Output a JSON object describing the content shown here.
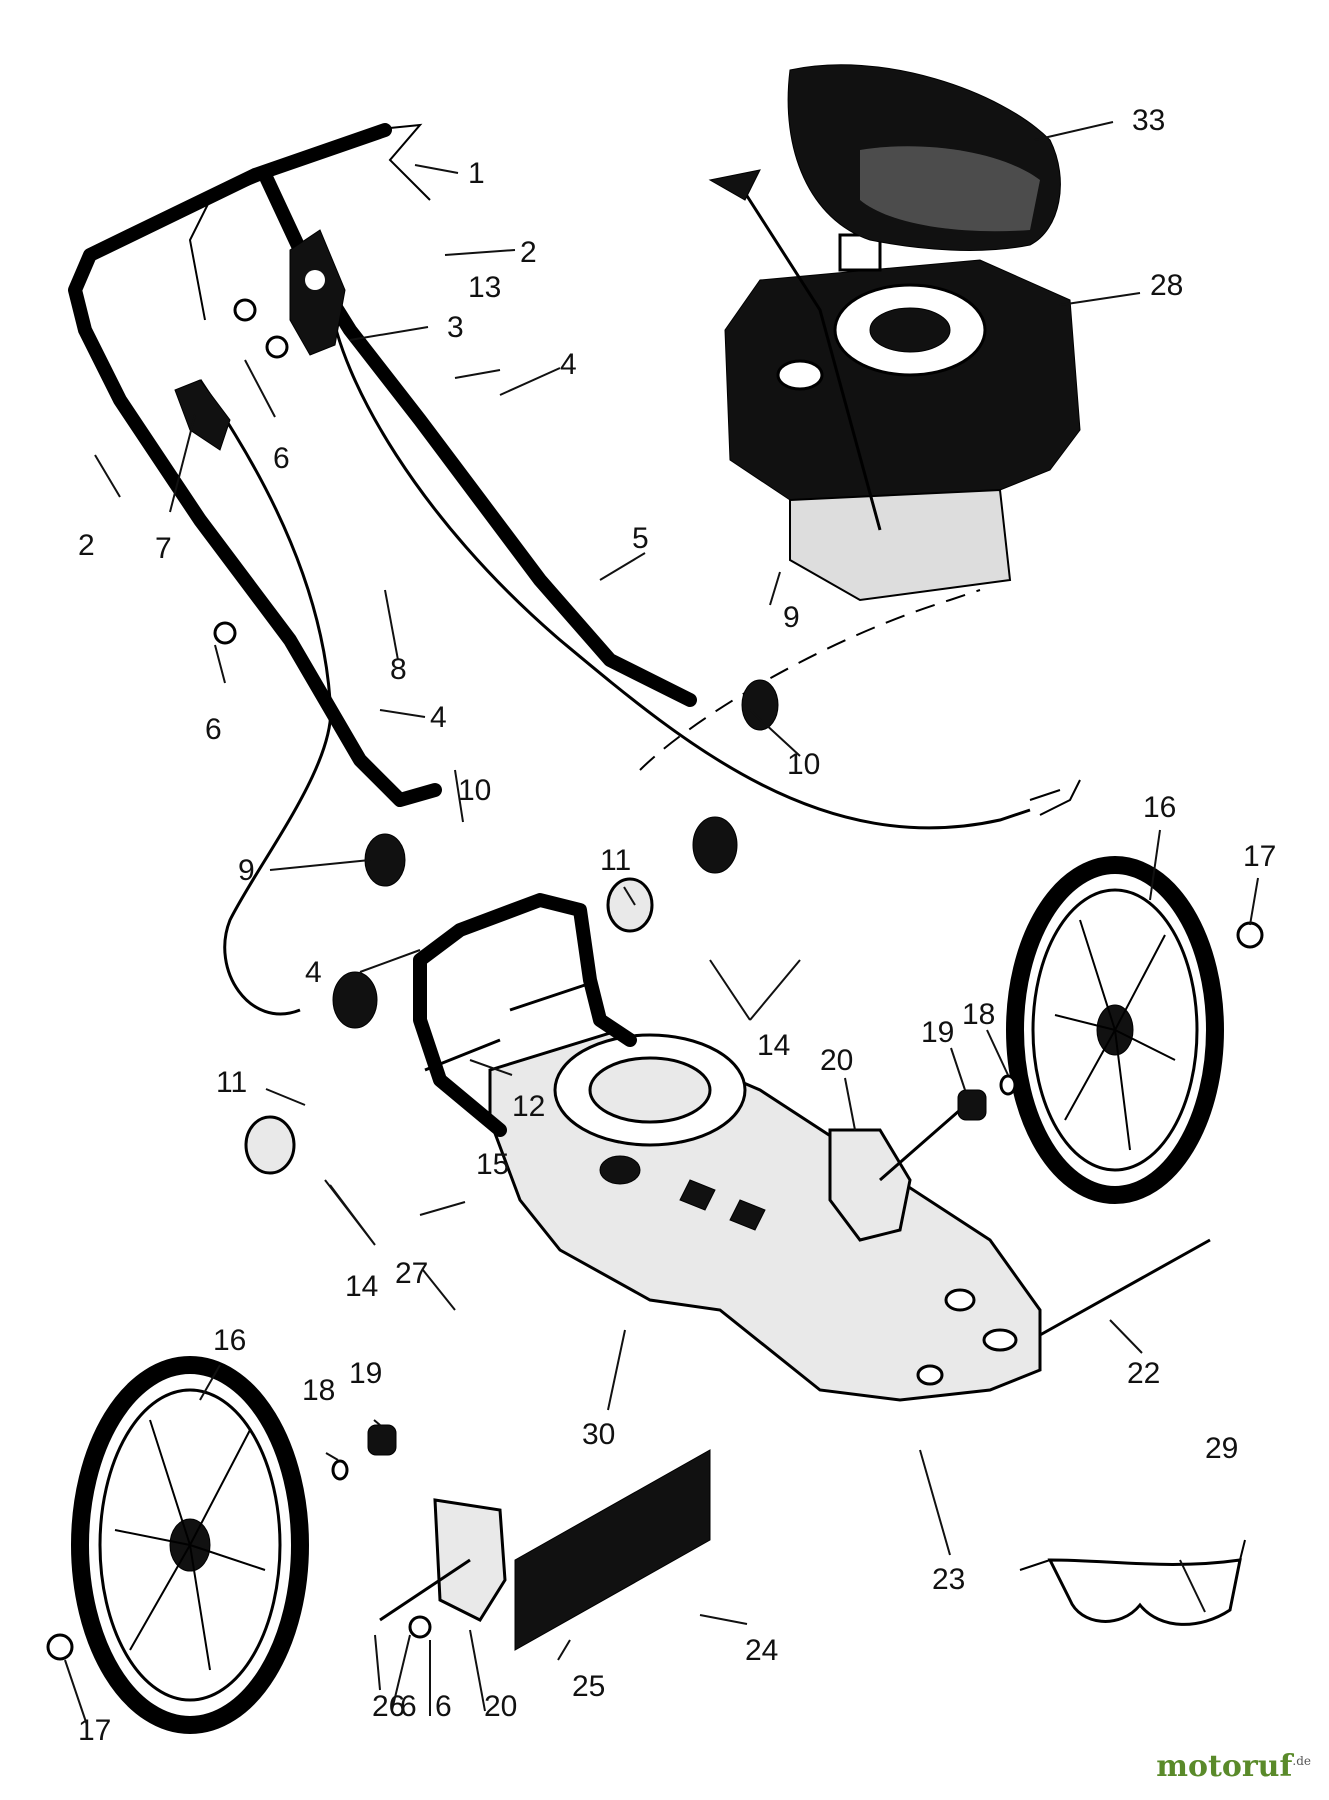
{
  "diagram": {
    "callouts": [
      "1",
      "2",
      "2",
      "3",
      "4",
      "4",
      "4",
      "5",
      "6",
      "6",
      "6",
      "6",
      "7",
      "8",
      "9",
      "9",
      "10",
      "10",
      "11",
      "11",
      "12",
      "13",
      "14",
      "14",
      "15",
      "16",
      "16",
      "17",
      "17",
      "18",
      "18",
      "19",
      "19",
      "20",
      "20",
      "22",
      "23",
      "24",
      "25",
      "26",
      "27",
      "28",
      "29",
      "30",
      "33"
    ]
  },
  "watermark": {
    "brand": "motoruf",
    "suffix": ".de"
  }
}
